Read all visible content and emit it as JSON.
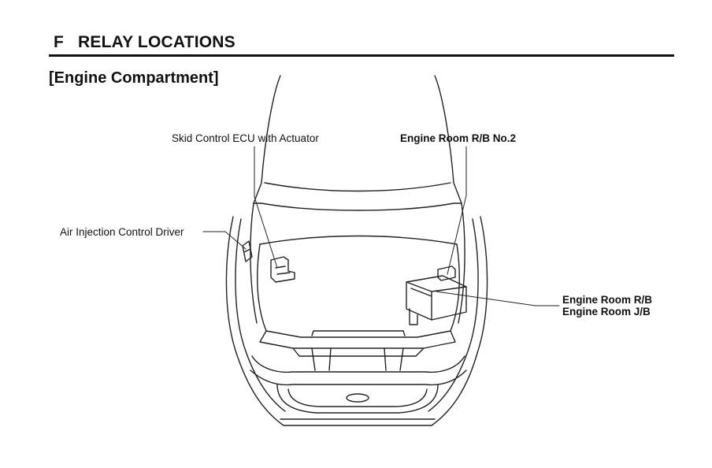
{
  "header": {
    "section_letter": "F",
    "section_title": "RELAY LOCATIONS",
    "subtitle": "[Engine Compartment]"
  },
  "labels": {
    "skid_control": "Skid Control ECU with Actuator",
    "engine_room_rb_no2": "Engine Room R/B No.2",
    "air_injection": "Air Injection Control Driver",
    "engine_room_rb": "Engine Room R/B",
    "engine_room_jb": "Engine Room J/B"
  }
}
